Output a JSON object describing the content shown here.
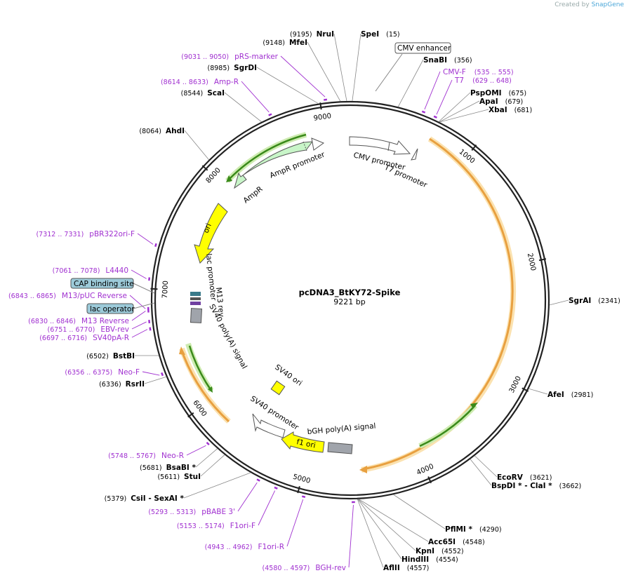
{
  "credit": {
    "prefix": "Created by",
    "brand": "SnapGene"
  },
  "plasmid": {
    "name": "pcDNA3_BtKY72-Spike",
    "size_label": "9221 bp",
    "length": 9221
  },
  "ticks": [
    {
      "pos": 1000,
      "label": "1000"
    },
    {
      "pos": 2000,
      "label": "2000"
    },
    {
      "pos": 3000,
      "label": "3000"
    },
    {
      "pos": 4000,
      "label": "4000"
    },
    {
      "pos": 5000,
      "label": "5000"
    },
    {
      "pos": 6000,
      "label": "6000"
    },
    {
      "pos": 7000,
      "label": "7000"
    },
    {
      "pos": 8000,
      "label": "8000"
    },
    {
      "pos": 9000,
      "label": "9000"
    }
  ],
  "enzymes": [
    {
      "name": "NruI",
      "pos_label": "(9195)",
      "pos": 9195
    },
    {
      "name": "SpeI",
      "pos_label": "(15)",
      "pos": 15
    },
    {
      "name": "MfeI",
      "pos_label": "(9148)",
      "pos": 9148
    },
    {
      "name": "SgrDI",
      "pos_label": "(8985)",
      "pos": 8985
    },
    {
      "name": "ScaI",
      "pos_label": "(8544)",
      "pos": 8544
    },
    {
      "name": "AhdI",
      "pos_label": "(8064)",
      "pos": 8064
    },
    {
      "name": "SnaBI",
      "pos_label": "(356)",
      "pos": 356
    },
    {
      "name": "PspOMI",
      "pos_label": "(675)",
      "pos": 675
    },
    {
      "name": "ApaI",
      "pos_label": "(679)",
      "pos": 679
    },
    {
      "name": "XbaI",
      "pos_label": "(681)",
      "pos": 681
    },
    {
      "name": "SgrAI",
      "pos_label": "(2341)",
      "pos": 2341
    },
    {
      "name": "AfeI",
      "pos_label": "(2981)",
      "pos": 2981
    },
    {
      "name": "EcoRV",
      "pos_label": "(3621)",
      "pos": 3621
    },
    {
      "name": "BspDI * - ClaI *",
      "pos_label": "(3662)",
      "pos": 3662
    },
    {
      "name": "PflMI *",
      "pos_label": "(4290)",
      "pos": 4290
    },
    {
      "name": "Acc65I",
      "pos_label": "(4548)",
      "pos": 4548
    },
    {
      "name": "KpnI",
      "pos_label": "(4552)",
      "pos": 4552
    },
    {
      "name": "HindIII",
      "pos_label": "(4554)",
      "pos": 4554
    },
    {
      "name": "AflII",
      "pos_label": "(4557)",
      "pos": 4557
    },
    {
      "name": "CsiI - SexAI *",
      "pos_label": "(5379)",
      "pos": 5379
    },
    {
      "name": "StuI",
      "pos_label": "(5611)",
      "pos": 5611
    },
    {
      "name": "BsaBI *",
      "pos_label": "(5681)",
      "pos": 5681
    },
    {
      "name": "RsrII",
      "pos_label": "(6336)",
      "pos": 6336
    },
    {
      "name": "BstBI",
      "pos_label": "(6502)",
      "pos": 6502
    }
  ],
  "primers": [
    {
      "name": "pRS-marker",
      "range": "(9031 .. 9050)",
      "pos": 9040
    },
    {
      "name": "Amp-R",
      "range": "(8614 .. 8633)",
      "pos": 8623
    },
    {
      "name": "CMV-F",
      "range": "(535 .. 555)",
      "pos": 545
    },
    {
      "name": "T7",
      "range": "(629 .. 648)",
      "pos": 638
    },
    {
      "name": "pBR322ori-F",
      "range": "(7312 .. 7331)",
      "pos": 7321
    },
    {
      "name": "L4440",
      "range": "(7061 .. 7078)",
      "pos": 7070
    },
    {
      "name": "M13/pUC Reverse",
      "range": "(6843 .. 6865)",
      "pos": 6854
    },
    {
      "name": "M13 Reverse",
      "range": "(6830 .. 6846)",
      "pos": 6838
    },
    {
      "name": "EBV-rev",
      "range": "(6751 .. 6770)",
      "pos": 6760
    },
    {
      "name": "SV40pA-R",
      "range": "(6697 .. 6716)",
      "pos": 6706
    },
    {
      "name": "Neo-F",
      "range": "(6356 .. 6375)",
      "pos": 6365
    },
    {
      "name": "Neo-R",
      "range": "(5748 .. 5767)",
      "pos": 5757
    },
    {
      "name": "pBABE 3'",
      "range": "(5293 .. 5313)",
      "pos": 5303
    },
    {
      "name": "F1ori-F",
      "range": "(5153 .. 5174)",
      "pos": 5163
    },
    {
      "name": "F1ori-R",
      "range": "(4943 .. 4962)",
      "pos": 4952
    },
    {
      "name": "BGH-rev",
      "range": "(4580 .. 4597)",
      "pos": 4588
    }
  ],
  "boxed_features": [
    {
      "name": "CMV enhancer"
    },
    {
      "name": "CAP binding site"
    },
    {
      "name": "lac operator"
    }
  ],
  "features": [
    {
      "name": "CMV promoter"
    },
    {
      "name": "T7 promoter"
    },
    {
      "name": "AmpR promoter"
    },
    {
      "name": "AmpR"
    },
    {
      "name": "ori"
    },
    {
      "name": "lac promoter"
    },
    {
      "name": "M13 rev"
    },
    {
      "name": "SV40 poly(A) signal"
    },
    {
      "name": "SV40 ori"
    },
    {
      "name": "SV40 promoter"
    },
    {
      "name": "f1 ori"
    },
    {
      "name": "bGH poly(A) signal"
    }
  ],
  "colors": {
    "backbone": "#222222",
    "primer": "#a030d0",
    "enzyme_line": "#888888",
    "orange": "#e8a040",
    "orange_glow": "#fbe2b0",
    "green": "#3a8a1a",
    "green_glow": "#cdebb0",
    "yellow": "#ffff00",
    "cap_fill": "#9ccad9",
    "grey_box": "#a0a4ab"
  }
}
